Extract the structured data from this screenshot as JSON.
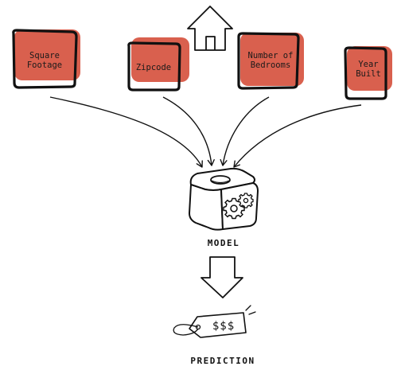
{
  "colors": {
    "feature_fill": "#d9604e",
    "ink": "#111111",
    "background": "#ffffff"
  },
  "features": [
    {
      "lines": [
        "Square",
        "Footage"
      ]
    },
    {
      "lines": [
        "Zipcode"
      ]
    },
    {
      "lines": [
        "Number of",
        "Bedrooms"
      ]
    },
    {
      "lines": [
        "Year",
        "Built"
      ]
    }
  ],
  "model": {
    "label": "MODEL",
    "icon": "gear-cube-icon"
  },
  "prediction": {
    "label": "PREDICTION",
    "tag_text": "$$$",
    "icon": "price-tag-icon"
  },
  "top_icon": "house-icon",
  "arrow_icon": "down-arrow-icon"
}
